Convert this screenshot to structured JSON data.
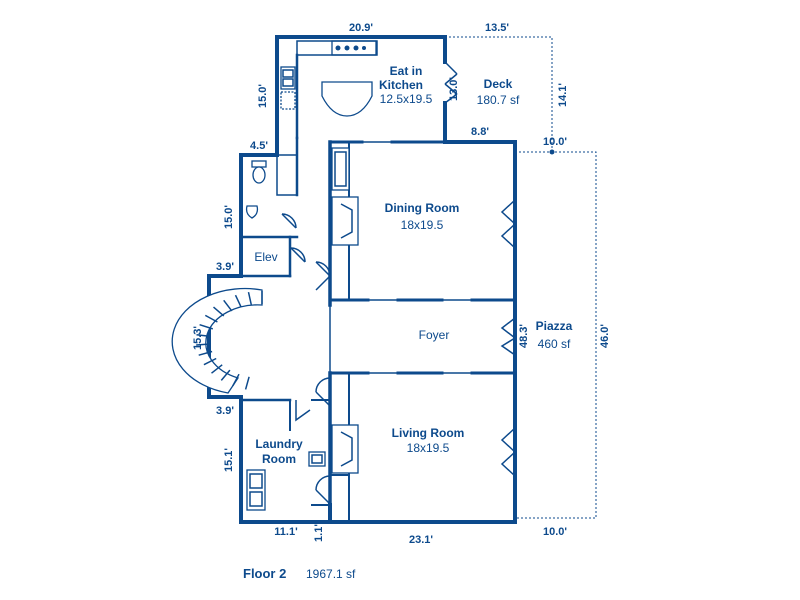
{
  "rooms": {
    "kitchen": {
      "name_line1": "Eat in",
      "name_line2": "Kitchen",
      "size": "12.5x19.5"
    },
    "deck": {
      "name": "Deck",
      "size": "180.7 sf"
    },
    "dining": {
      "name": "Dining Room",
      "size": "18x19.5"
    },
    "elev": {
      "name": "Elev"
    },
    "foyer": {
      "name": "Foyer"
    },
    "piazza": {
      "name": "Piazza",
      "size": "460 sf"
    },
    "living": {
      "name": "Living Room",
      "size": "18x19.5"
    },
    "laundry": {
      "name_line1": "Laundry",
      "name_line2": "Room"
    }
  },
  "dimensions": {
    "top_width": "20.9'",
    "deck_width": "13.5'",
    "deck_depth": "14.1'",
    "kitchen_side": "15.0'",
    "kitchen_inner": "13.0'",
    "deck_lower": "8.8'",
    "piazza_top": "10.0'",
    "bath_width": "4.5'",
    "bath_height": "15.0'",
    "stair_notch_top": "3.9'",
    "stair_height": "15.3'",
    "stair_notch_bottom": "3.9'",
    "foyer_width": "48.3'",
    "piazza_length": "46.0'",
    "laundry_height": "15.1'",
    "laundry_width": "11.1'",
    "step_small": "1.1'",
    "bottom_width": "23.1'",
    "piazza_bottom": "10.0'"
  },
  "footer": {
    "floor_label": "Floor 2",
    "area": "1967.1 sf"
  },
  "colors": {
    "wall": "#0d4a8c",
    "background": "#ffffff"
  }
}
